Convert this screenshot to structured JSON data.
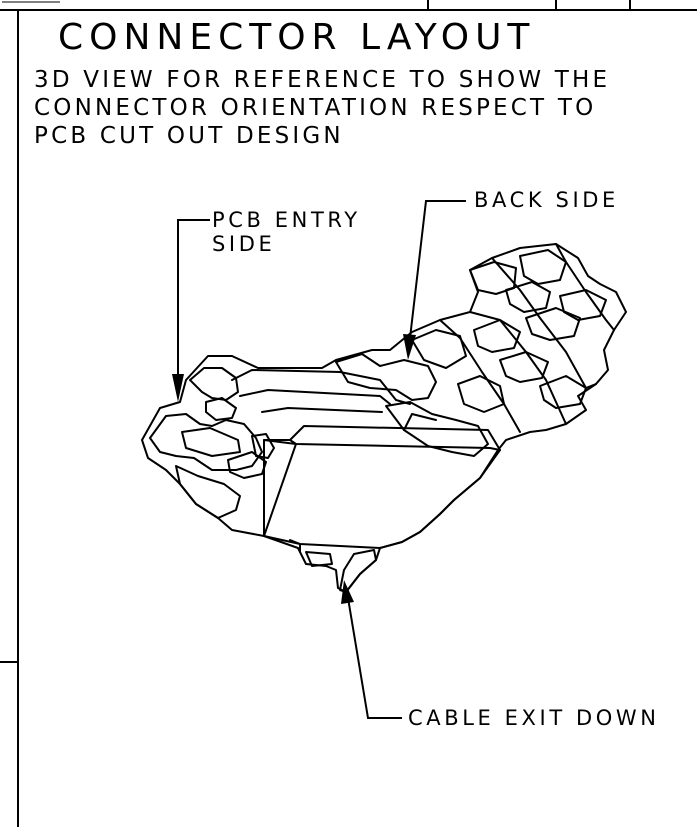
{
  "diagram": {
    "title": "CONNECTOR LAYOUT",
    "note_lines": [
      "3D VIEW FOR REFERENCE TO SHOW THE",
      "CONNECTOR ORIENTATION RESPECT TO",
      "PCB CUT OUT DESIGN"
    ],
    "callouts": {
      "pcb_entry": [
        "PCB ENTRY",
        "SIDE"
      ],
      "back_side": "BACK SIDE",
      "cable_exit": "CABLE EXIT DOWN"
    },
    "colors": {
      "line": "#000000",
      "background": "#ffffff"
    }
  }
}
